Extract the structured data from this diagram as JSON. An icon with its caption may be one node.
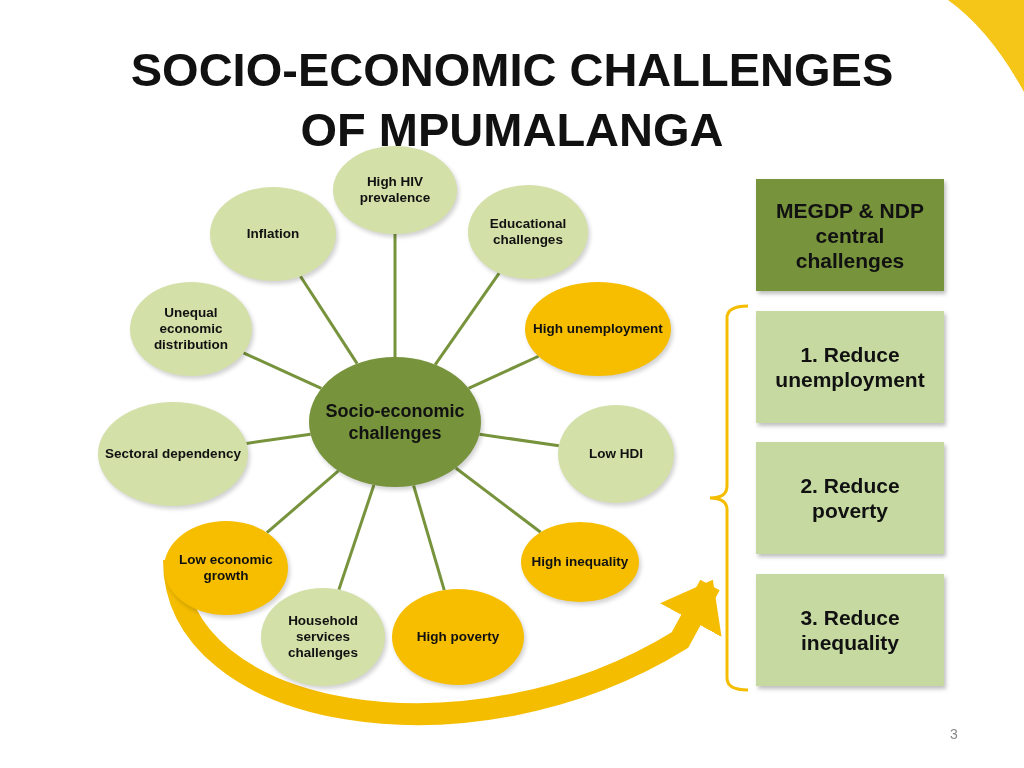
{
  "diagram": {
    "title": "SOCIO-ECONOMIC CHALLENGES OF MPUMALANGA",
    "nodes": [
      {
        "text": [
          "High HIV prevalence"
        ]
      },
      {
        "text": [
          "Inflation"
        ]
      },
      {
        "text": [
          "Educational challenges"
        ]
      },
      {
        "text": [
          "Unequal economic distribution"
        ]
      },
      {
        "text": [
          "High unemployment"
        ]
      },
      {
        "text": [
          "Socio-economic challenges"
        ]
      },
      {
        "text": [
          "Sectoral dependency"
        ]
      },
      {
        "text": [
          "Low HDI"
        ]
      },
      {
        "text": [
          "Low economic growth"
        ]
      },
      {
        "text": [
          "High inequality"
        ]
      },
      {
        "text": [
          "Household services challenges"
        ]
      },
      {
        "text": [
          "High poverty"
        ]
      },
      {
        "text": [
          "MEGDP & NDP central challenges"
        ]
      },
      {
        "text": [
          "1. Reduce unemployment"
        ]
      },
      {
        "text": [
          "2. Reduce poverty"
        ]
      },
      {
        "text": [
          "3. Reduce inequality"
        ]
      },
      {
        "text": [],
        "shape": "bracket"
      }
    ],
    "edges": [
      {
        "from": 5,
        "to": 0,
        "arrow": "none"
      },
      {
        "from": 5,
        "to": 1,
        "arrow": "none"
      },
      {
        "from": 5,
        "to": 2,
        "arrow": "none"
      },
      {
        "from": 5,
        "to": 3,
        "arrow": "none"
      },
      {
        "from": 5,
        "to": 4,
        "arrow": "none"
      },
      {
        "from": 5,
        "to": 6,
        "arrow": "none"
      },
      {
        "from": 5,
        "to": 7,
        "arrow": "none"
      },
      {
        "from": 5,
        "to": 8,
        "arrow": "none"
      },
      {
        "from": 5,
        "to": 9,
        "arrow": "none"
      },
      {
        "from": 5,
        "to": 10,
        "arrow": "none"
      },
      {
        "from": 5,
        "to": 11,
        "arrow": "none"
      },
      {
        "from": 8,
        "to": 16,
        "arrow": "to",
        "style": "thick",
        "color": "#f5bd00"
      }
    ],
    "labels": [
      "3"
    ]
  }
}
